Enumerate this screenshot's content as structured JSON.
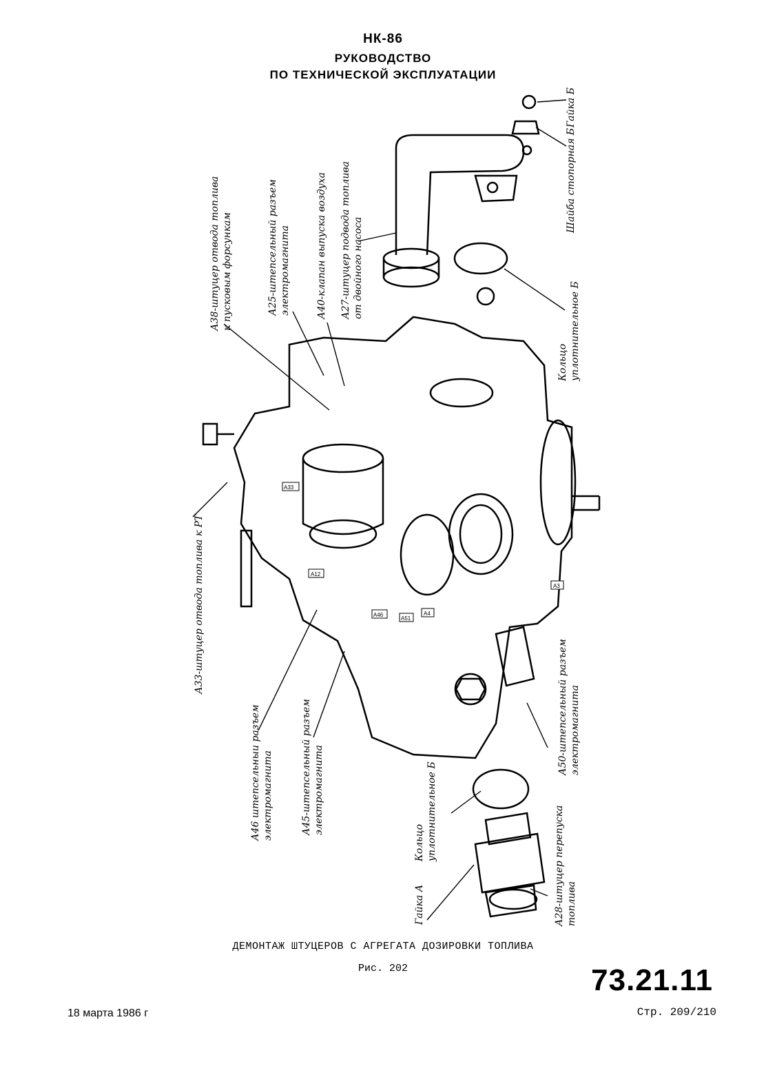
{
  "header": {
    "model": "НК-86",
    "title_line1": "РУКОВОДСТВО",
    "title_line2": "ПО ТЕХНИЧЕСКОЙ ЭКСПЛУАТАЦИИ"
  },
  "labels": {
    "a38": [
      "А38-штуцер отвода топлива",
      "к пусковым форсункам"
    ],
    "a25": [
      "А25-штепсельный разъем",
      "электромагнита"
    ],
    "a40": "А40-клапан выпуска воздуха",
    "a27": [
      "А27-штуцер подвода топлива",
      "от двойного насоса"
    ],
    "washer": "Шайба стопорная Б",
    "nut_b": "Гайка Б",
    "ring_top": [
      "Кольцо",
      "уплотнительное Б"
    ],
    "a33": "А33-штуцер отвода топлива к РТ",
    "a46": [
      "А46 штепсельныи разъем",
      "электромагнита"
    ],
    "a45": [
      "А45-штепсельный разъем",
      "электромагнита"
    ],
    "a50": [
      "А50-штепсельный разъем",
      "электромагнита"
    ],
    "ring_bottom": [
      "Кольцо",
      "уплотнительное Б"
    ],
    "nut_a": "Гайка А",
    "a28": [
      "А28-штуцер перепуска",
      "топлива"
    ]
  },
  "part_tags": [
    "А33",
    "А12",
    "А46",
    "А51",
    "А4",
    "А3"
  ],
  "caption": {
    "title": "ДЕМОНТАЖ ШТУЦЕРОВ С АГРЕГАТА ДОЗИРОВКИ ТОПЛИВА",
    "figure": "Рис. 202"
  },
  "footer": {
    "section_code": "73.21.11",
    "date": "18 марта 1986 г",
    "page": "Стр. 209/210"
  }
}
